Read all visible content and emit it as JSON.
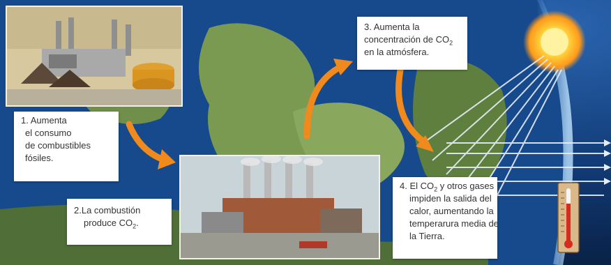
{
  "steps": [
    {
      "lines": [
        "1. Aumenta",
        "el consumo",
        "de combustibles",
        "fósiles."
      ]
    },
    {
      "lines": [
        "2.La combustión",
        "produce CO"
      ],
      "sub": "2",
      "tail": "."
    },
    {
      "line1_pre": "3. Aumenta la",
      "line2_pre": "concentración de CO",
      "sub": "2",
      "line3": "en la atmósfera."
    },
    {
      "line1_pre": "4. El CO",
      "sub": "2",
      "line1_post": " y otros gases",
      "lines": [
        "impiden la salida del",
        "calor, aumentando la",
        "temperarura media de",
        "la Tierra."
      ]
    }
  ],
  "colors": {
    "ocean": "#123d7a",
    "land": "#6f8f4a",
    "arrow": "#f08a1c",
    "sun": "#ffd23d",
    "ray": "#e8eef7"
  }
}
